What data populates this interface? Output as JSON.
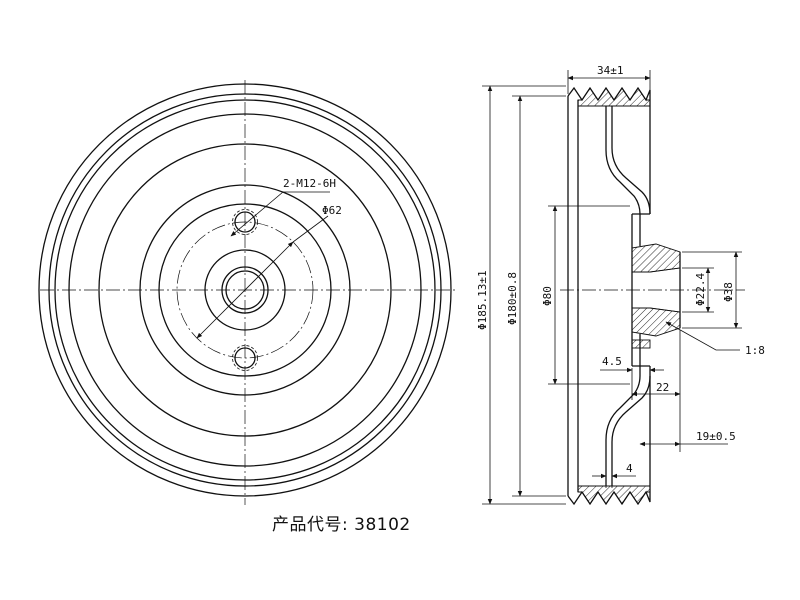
{
  "front_view": {
    "thread_callout": "2-M12-6H",
    "bolt_circle_dim": "Φ62"
  },
  "section_view": {
    "width_dim": "34±1",
    "outer_dia_dim": "Φ185.13±1",
    "groove_dia_dim": "Φ180±0.8",
    "inner_dia_dim": "Φ80",
    "bore_dia_dim": "Φ22.4",
    "hub_dia_dim": "Φ38",
    "taper_dim": "1:8",
    "flange_thickness_dim": "4.5",
    "hub_length_dim": "22",
    "offset_dim": "19±0.5",
    "wall_thickness_dim": "4"
  },
  "caption": {
    "label": "产品代号:",
    "code": "38102"
  }
}
